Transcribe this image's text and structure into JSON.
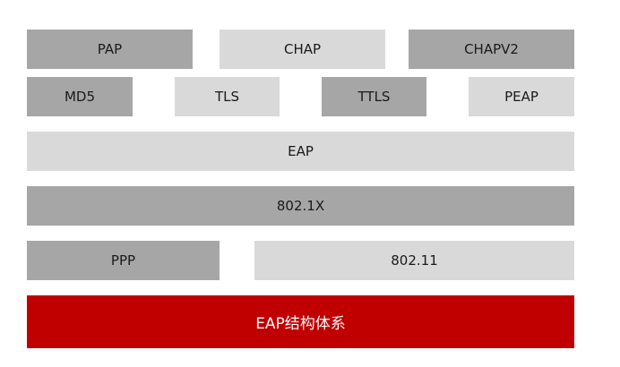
{
  "layers": {
    "methods_top": [
      "PAP",
      "CHAP",
      "CHAPV2"
    ],
    "methods_bottom": [
      "MD5",
      "TLS",
      "TTLS",
      "PEAP"
    ],
    "eap": "EAP",
    "dot1x": "802.1X",
    "link": [
      "PPP",
      "802.11"
    ]
  },
  "caption": "EAP结构体系",
  "colors": {
    "dark_gray": "#a6a6a6",
    "light_gray": "#d9d9d9",
    "red": "#c00000"
  }
}
